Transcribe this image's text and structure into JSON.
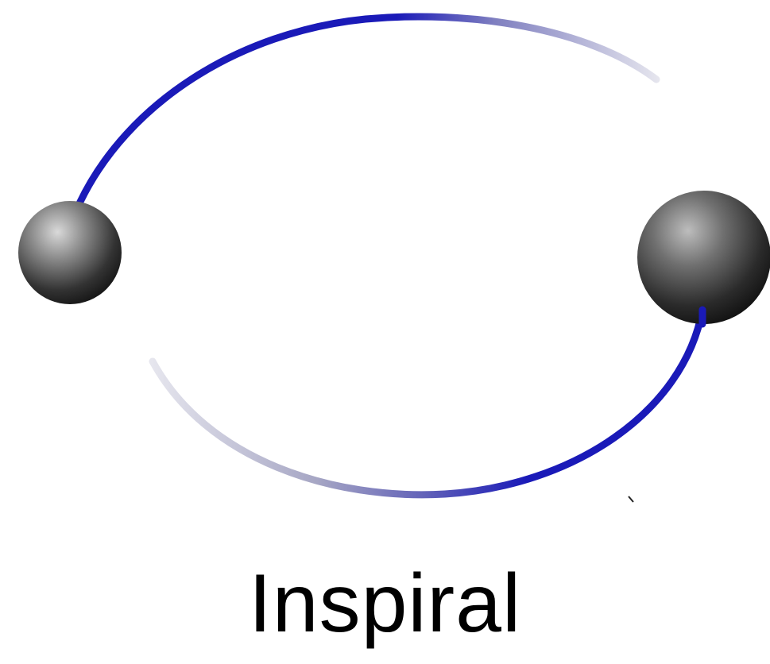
{
  "caption": "Inspiral",
  "colors": {
    "orbit_trail": "#1a1ab8",
    "orbit_fade": "#d8d8e4",
    "mass_light": "#d9d9d9",
    "mass_dark": "#1a1a1a",
    "background": "#ffffff",
    "text": "#000000"
  },
  "objects": [
    {
      "name": "smaller-mass",
      "shape": "sphere"
    },
    {
      "name": "larger-mass",
      "shape": "sphere"
    }
  ]
}
